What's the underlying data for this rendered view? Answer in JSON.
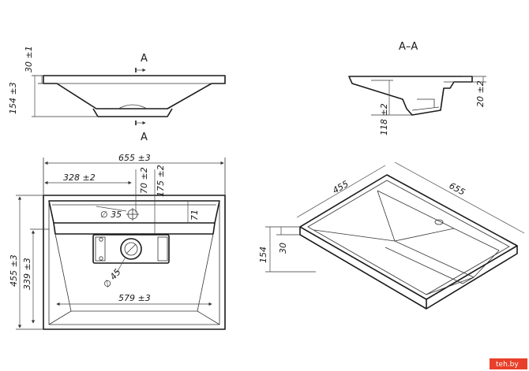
{
  "dims": {
    "front_height": "30 ±1",
    "front_total": "154 ±3",
    "section_cut_top": "A",
    "section_cut_bottom": "A",
    "section_title": "A–A",
    "section_drain": "118 ±2",
    "section_rim": "20 ±2",
    "width": "655 ±3",
    "tap_x": "328 ±2",
    "tap_y": "70 ±2",
    "bowl_y": "175 ±2",
    "tap_dia": "∅ 35",
    "shelf": "71",
    "depth": "455 ±3",
    "bowl_depth": "339 ±3",
    "drain_dia": "∅ 45",
    "bowl_width": "579 ±3",
    "iso_depth": "455",
    "iso_width": "655",
    "iso_height": "154",
    "iso_rim": "30"
  },
  "watermark": "teh.by",
  "colors": {
    "line": "#1a1a1a",
    "watermark_bg": "#e8402a"
  }
}
